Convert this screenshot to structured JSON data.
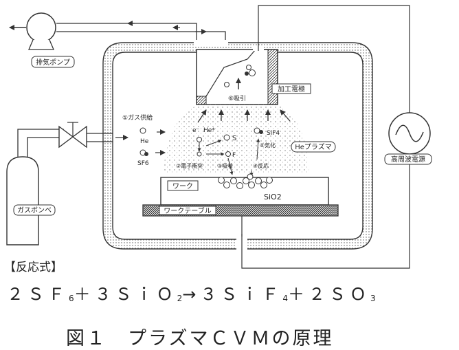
{
  "labels": {
    "exhaust_pump": "排気ポンプ",
    "gas_cylinder": "ガスボンベ",
    "processing_electrode": "加工電極",
    "rf_power": "高周波電源",
    "he_plasma": "Heプラズマ",
    "work": "ワーク",
    "work_table": "ワークテーブル",
    "sio2": "SiO2",
    "gas_supply": "①ガス供給",
    "he": "He",
    "sf6": "SF6",
    "electron_collision": "②電子衝突",
    "adsorption": "③吸着",
    "reaction": "④反応",
    "vaporization": "⑤気化",
    "suction": "⑥吸引",
    "s": "S",
    "f": "F",
    "sif4": "SiF4",
    "e_minus": "e⁻",
    "he_star": "He*"
  },
  "reaction": {
    "title": "【反応式】",
    "c1": "２ＳＦ",
    "s1": "6",
    "c2": "＋３ＳｉＯ",
    "s2": "2",
    "c3": "→３ＳｉＦ",
    "s3": "4",
    "c4": "＋２ＳＯ",
    "s4": "3"
  },
  "caption": "図１　プラズマＣＶＭの原理"
}
